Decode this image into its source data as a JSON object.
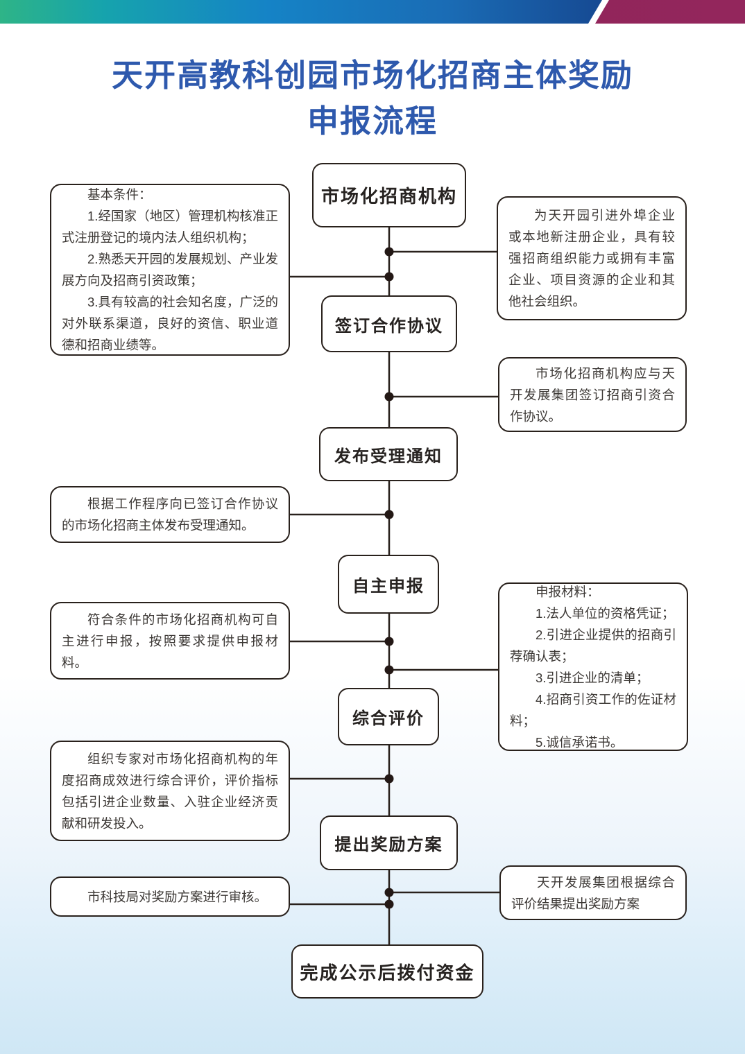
{
  "header": {
    "title_line1": "天开高教科创园市场化招商主体奖励",
    "title_line2": "申报流程"
  },
  "flow": {
    "nodes": [
      {
        "label": "市场化招商机构"
      },
      {
        "label": "签订合作协议"
      },
      {
        "label": "发布受理通知"
      },
      {
        "label": "自主申报"
      },
      {
        "label": "综合评价"
      },
      {
        "label": "提出奖励方案"
      },
      {
        "label": "完成公示后拨付资金"
      }
    ]
  },
  "notes": {
    "basic_conditions": {
      "lines": [
        "基本条件：",
        "1.经国家（地区）管理机构核准正式注册登记的境内法人组织机构；",
        "2.熟悉天开园的发展规划、产业发展方向及招商引资政策；",
        "3.具有较高的社会知名度，广泛的对外联系渠道，良好的资信、职业道德和招商业绩等。"
      ]
    },
    "agency_definition": {
      "lines": [
        "为天开园引进外埠企业或本地新注册企业，具有较强招商组织能力或拥有丰富企业、项目资源的企业和其他社会组织。"
      ]
    },
    "agreement": {
      "lines": [
        "市场化招商机构应与天开发展集团签订招商引资合作协议。"
      ]
    },
    "notice": {
      "lines": [
        "根据工作程序向已签订合作协议的市场化招商主体发布受理通知。"
      ]
    },
    "self_apply": {
      "lines": [
        "符合条件的市场化招商机构可自主进行申报，按照要求提供申报材料。"
      ]
    },
    "materials": {
      "lines": [
        "申报材料：",
        "1.法人单位的资格凭证；",
        "2.引进企业提供的招商引荐确认表；",
        "3.引进企业的清单；",
        "4.招商引资工作的佐证材料；",
        "5.诚信承诺书。"
      ]
    },
    "evaluation": {
      "lines": [
        "组织专家对市场化招商机构的年度招商成效进行综合评价，评价指标包括引进企业数量、入驻企业经济贡献和研发投入。"
      ]
    },
    "review": {
      "lines": [
        "市科技局对奖励方案进行审核。"
      ]
    },
    "reward_plan": {
      "lines": [
        "天开发展集团根据综合评价结果提出奖励方案"
      ]
    }
  },
  "colors": {
    "title_blue": "#2e59ad",
    "bar_gradient_start": "#2eb487",
    "bar_gradient_mid": "#1583c6",
    "bar_gradient_end": "#123a7c",
    "accent_magenta": "#8e2257",
    "line_dark": "#29211c",
    "dot_dark": "#231815",
    "background_bottom": "#cfe7f5"
  }
}
